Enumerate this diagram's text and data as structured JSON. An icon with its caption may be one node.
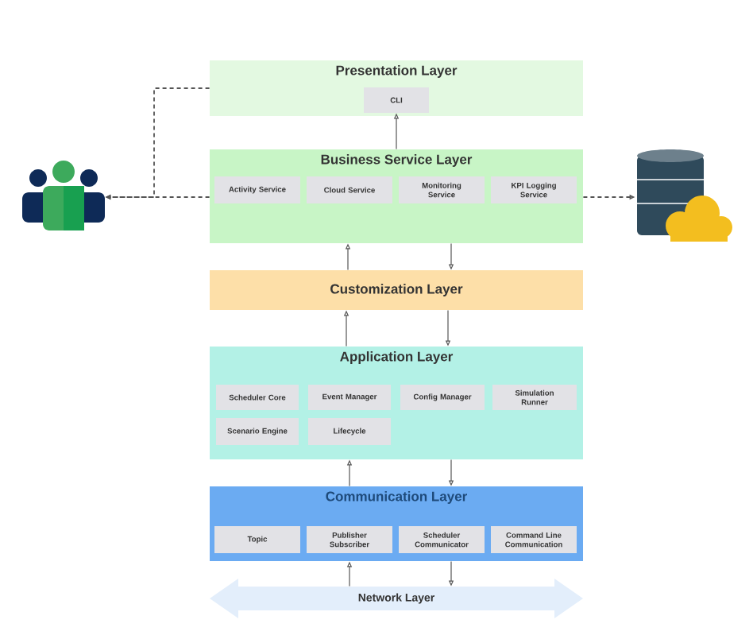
{
  "diagram": {
    "nodes": [
      {
        "text": [
          "Presentation Layer"
        ]
      },
      {
        "text": [
          "CLI"
        ],
        "in": 0
      },
      {
        "text": [
          "Business Service Layer"
        ]
      },
      {
        "text": [
          "Activity Service"
        ],
        "in": 2
      },
      {
        "text": [
          "Cloud Service"
        ],
        "in": 2
      },
      {
        "text": [
          "Monitoring Service"
        ],
        "in": 2
      },
      {
        "text": [
          "KPI Logging Service"
        ],
        "in": 2
      },
      {
        "text": [
          "Customization Layer"
        ]
      },
      {
        "text": [
          "Application Layer"
        ]
      },
      {
        "text": [
          "Scheduler Core"
        ],
        "in": 8
      },
      {
        "text": [
          "Event Manager"
        ],
        "in": 8
      },
      {
        "text": [
          "Config Manager"
        ],
        "in": 8
      },
      {
        "text": [
          "Simulation Runner"
        ],
        "in": 8
      },
      {
        "text": [
          "Scenario Engine"
        ],
        "in": 8
      },
      {
        "text": [
          "Lifecycle"
        ],
        "in": 8
      },
      {
        "text": [
          "Communication Layer"
        ]
      },
      {
        "text": [
          "Topic"
        ],
        "in": 15
      },
      {
        "text": [
          "Publisher Subscriber"
        ],
        "in": 15
      },
      {
        "text": [
          "Scheduler Communicator"
        ],
        "in": 15
      },
      {
        "text": [
          "Command Line Communication"
        ],
        "in": 15
      },
      {
        "text": [
          "Network Layer"
        ]
      },
      {
        "text": [],
        "shape": "person"
      },
      {
        "text": [],
        "shape": "cylinder"
      }
    ],
    "edges": [
      {
        "from": 2,
        "to": 1,
        "arrow": "to"
      },
      {
        "from": 0,
        "to": 21,
        "arrow": "to",
        "style": "dashed"
      },
      {
        "from": 2,
        "to": 21,
        "arrow": "to",
        "style": "dashed"
      },
      {
        "from": 2,
        "to": 22,
        "arrow": "to",
        "style": "dashed"
      },
      {
        "from": 7,
        "to": 2,
        "arrow": "to"
      },
      {
        "from": 2,
        "to": 7,
        "arrow": "to"
      },
      {
        "from": 8,
        "to": 7,
        "arrow": "to"
      },
      {
        "from": 7,
        "to": 8,
        "arrow": "to"
      },
      {
        "from": 15,
        "to": 8,
        "arrow": "to"
      },
      {
        "from": 8,
        "to": 15,
        "arrow": "to"
      },
      {
        "from": 20,
        "to": 15,
        "arrow": "to"
      },
      {
        "from": 15,
        "to": 20,
        "arrow": "to"
      }
    ]
  }
}
